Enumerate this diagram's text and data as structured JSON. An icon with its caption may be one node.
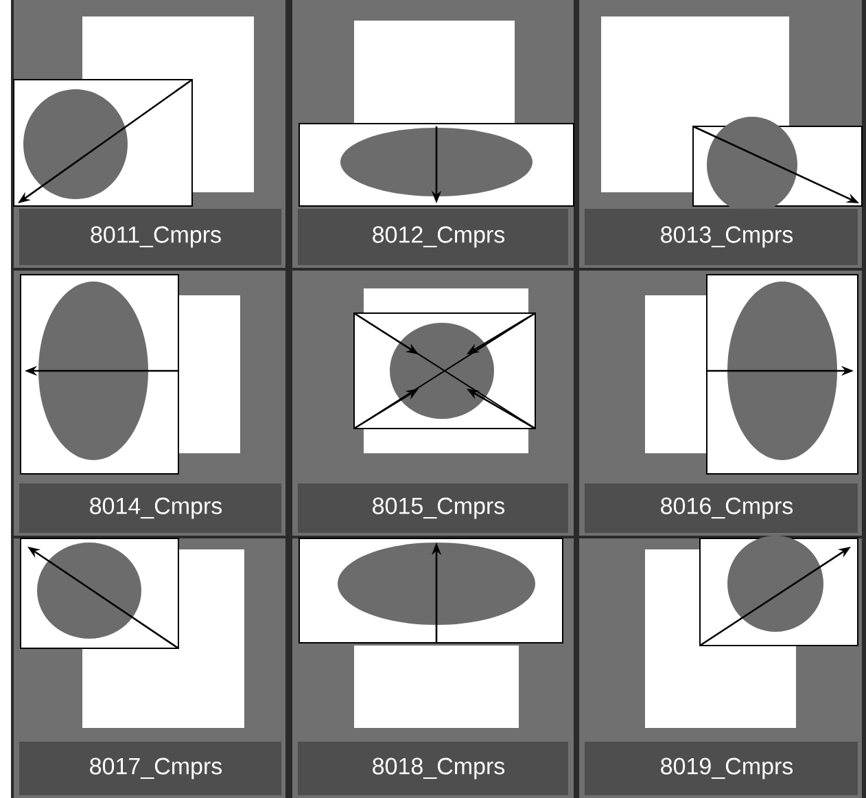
{
  "diagram": {
    "labels": [
      "8011_Cmprs",
      "8012_Cmprs",
      "8013_Cmprs",
      "8014_Cmprs",
      "8015_Cmprs",
      "8016_Cmprs",
      "8017_Cmprs",
      "8018_Cmprs",
      "8019_Cmprs"
    ]
  }
}
